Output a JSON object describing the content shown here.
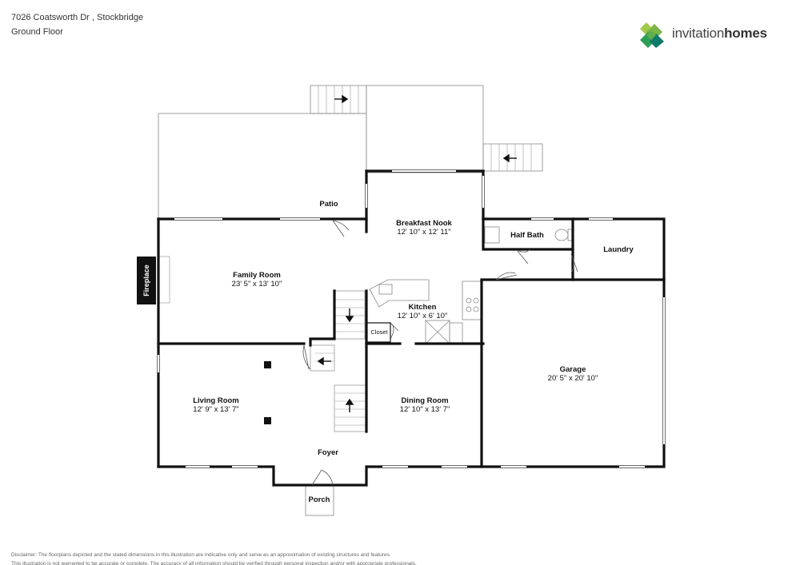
{
  "header": {
    "address": "7026 Coatsworth Dr , Stockbridge",
    "floor": "Ground Floor"
  },
  "logo": {
    "word1": "invitation",
    "word2": "homes",
    "colors": [
      "#7ab648",
      "#2e9e57",
      "#0d7a6b",
      "#a3c94a"
    ]
  },
  "rooms": {
    "patio": {
      "name": "Patio"
    },
    "breakfast_nook": {
      "name": "Breakfast Nook",
      "dims": "12' 10\" x 12' 11\""
    },
    "half_bath": {
      "name": "Half Bath"
    },
    "laundry": {
      "name": "Laundry"
    },
    "family_room": {
      "name": "Family Room",
      "dims": "23' 5\" x 13' 10\""
    },
    "kitchen": {
      "name": "Kitchen",
      "dims": "12' 10\" x 6' 10\""
    },
    "closet": {
      "name": "Closet"
    },
    "garage": {
      "name": "Garage",
      "dims": "20' 5\" x 20' 10\""
    },
    "living_room": {
      "name": "Living Room",
      "dims": "12' 9\" x 13' 7\""
    },
    "dining_room": {
      "name": "Dining Room",
      "dims": "12' 10\" x 13' 7\""
    },
    "foyer": {
      "name": "Foyer"
    },
    "porch": {
      "name": "Porch"
    },
    "fireplace": {
      "name": "Fireplace"
    }
  },
  "disclaimer": {
    "line1": "Disclaimer: The floorplans depicted and the stated dimensions in this illustration are indicative only and serve as an approximation of existing structures and features.",
    "line2": "This illustration is not warranted to be accurate or complete. The accuracy of all information should be verified through personal inspection and/or with appropriate professionals."
  }
}
